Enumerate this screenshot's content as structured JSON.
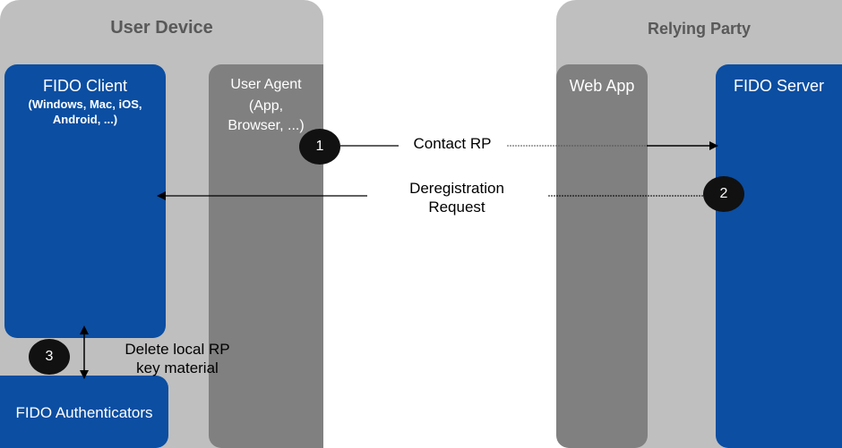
{
  "panels": {
    "user_device": {
      "title": "User Device"
    },
    "relying_party": {
      "title": "Relying Party"
    }
  },
  "boxes": {
    "fido_client": {
      "title": "FIDO Client",
      "subtitle": "(Windows, Mac, iOS,\nAndroid, ...)"
    },
    "user_agent": {
      "title": "User Agent",
      "subtitle": "(App,\nBrowser, ...)"
    },
    "web_app": {
      "title": "Web App"
    },
    "fido_server": {
      "title": "FIDO Server"
    },
    "fido_authenticators": {
      "title": "FIDO Authenticators"
    }
  },
  "steps": {
    "step1": {
      "number": "1",
      "label": "Contact RP"
    },
    "step2": {
      "number": "2",
      "label": "Deregistration\nRequest"
    },
    "step3": {
      "number": "3",
      "label": "Delete local RP\nkey material"
    }
  },
  "colors": {
    "panel_gray": "#bfbfbf",
    "fido_blue": "#0b4ea2",
    "agent_gray": "#808080",
    "badge_black": "#111111"
  }
}
